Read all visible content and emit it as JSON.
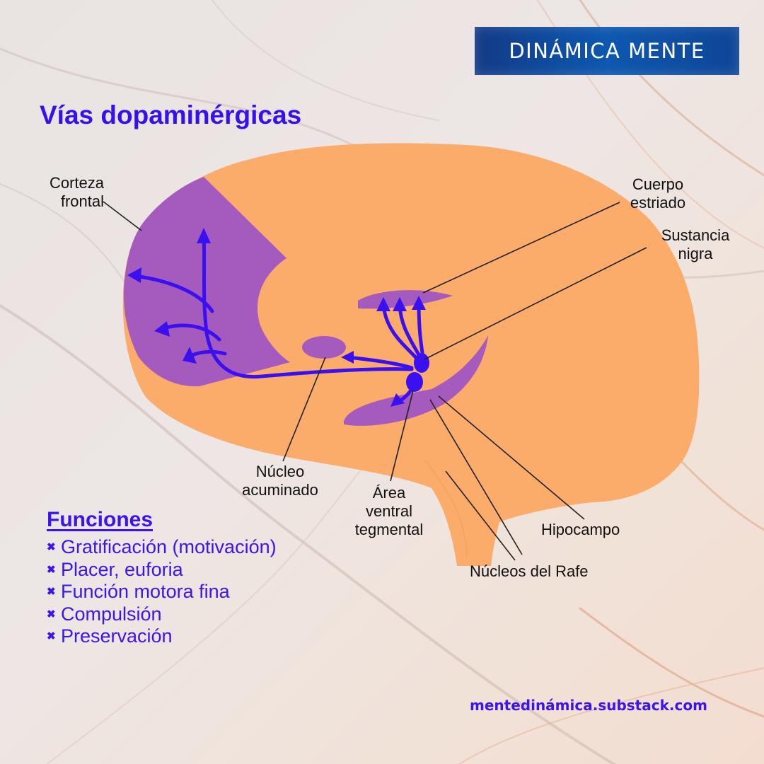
{
  "brand": {
    "name": "DINÁMICA MENTE"
  },
  "title": "Vías dopaminérgicas",
  "labels": {
    "corteza_frontal": [
      "Corteza",
      "frontal"
    ],
    "cuerpo_estriado": [
      "Cuerpo",
      "estriado"
    ],
    "sustancia_nigra": [
      "Sustancia",
      "nigra"
    ],
    "nucleo_acuminado": [
      "Núcleo",
      "acuminado"
    ],
    "area_ventral": [
      "Área",
      "ventral",
      "tegmental"
    ],
    "hipocampo": [
      "Hipocampo"
    ],
    "nucleos_rafe": [
      "Núcleos del Rafe"
    ]
  },
  "funciones": {
    "title": "Funciones",
    "items": [
      "Gratificación (motivación)",
      "Placer, euforia",
      "Función motora fina",
      "Compulsión",
      "Preservación"
    ]
  },
  "website": "mentedinámica.substack.com",
  "colors": {
    "brain_fill": "#fbab6a",
    "region_fill": "#a55bbd",
    "pathway": "#3b10f0",
    "text_accent": "#3411ee",
    "leader_lines": "#222222"
  }
}
